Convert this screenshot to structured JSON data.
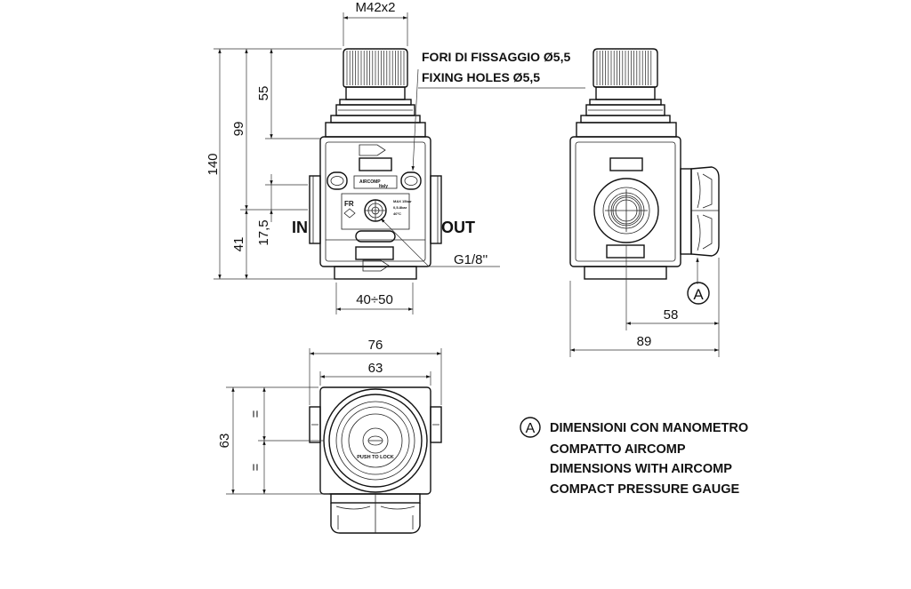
{
  "title": "",
  "labels": {
    "thread": "M42x2",
    "fixing_holes_it": "FORI DI FISSAGGIO Ø5,5",
    "fixing_holes_en": "FIXING HOLES Ø5,5",
    "inlet": "IN",
    "outlet": "OUT",
    "gauge_port": "G1/8''",
    "marker": "A"
  },
  "dimensions": {
    "front_total_height": "140",
    "front_upper_height": "99",
    "knob_height": "55",
    "port_center_height": "17,5",
    "lower_height": "41",
    "panel_thickness": "40÷50",
    "side_depth_inner": "58",
    "side_depth_total": "89",
    "top_outer_width": "76",
    "top_body_width": "63",
    "top_depth": "63",
    "equal_mark": "="
  },
  "face_text": {
    "brand": "AIRCOMP",
    "origin": "Italy",
    "model": "FR",
    "spec_lines": [
      "MAX 15bar",
      "0,5-8bar",
      "40°C"
    ],
    "cap": "PUSH TO LOCK"
  },
  "legend": {
    "marker": "A",
    "lines": [
      "DIMENSIONI CON MANOMETRO",
      "COMPATTO AIRCOMP",
      "DIMENSIONS WITH AIRCOMP",
      "COMPACT PRESSURE GAUGE"
    ]
  }
}
